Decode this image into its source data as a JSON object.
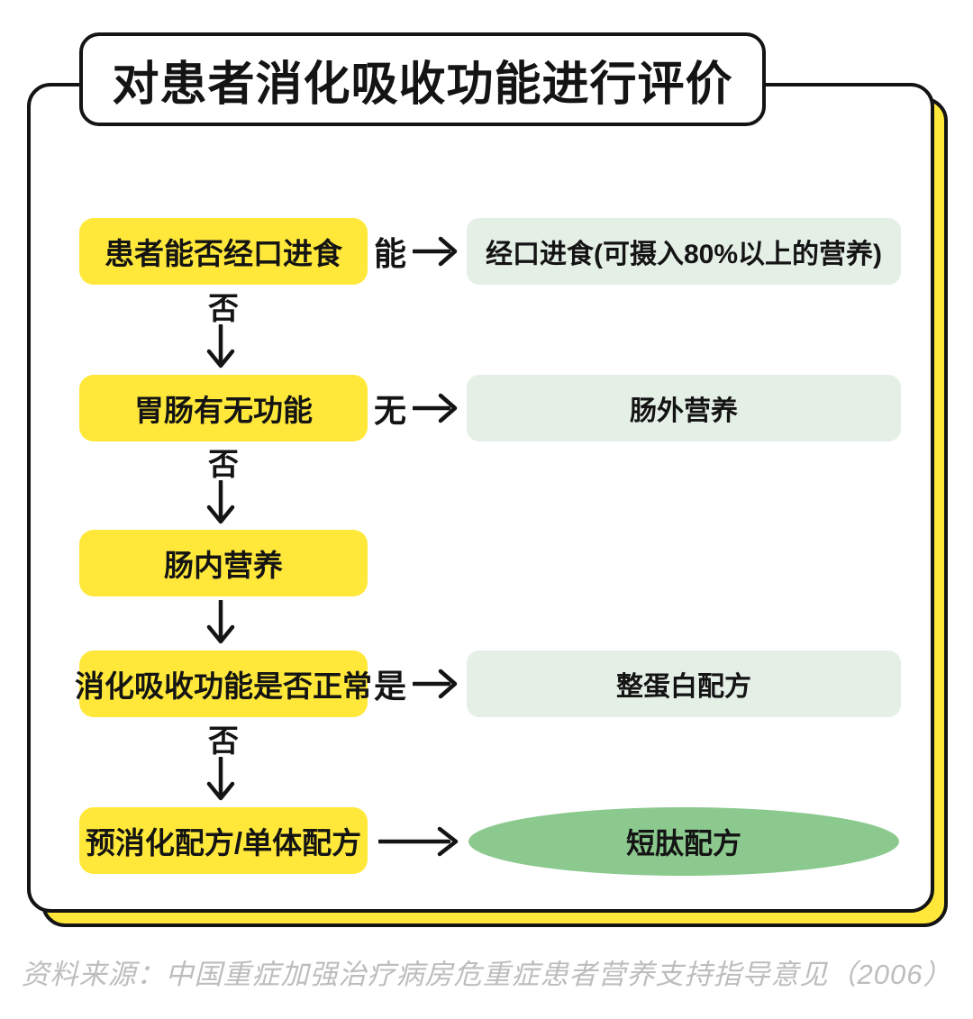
{
  "title": "对患者消化吸收功能进行评价",
  "flow": {
    "steps": [
      {
        "question": "患者能否经口进食",
        "branch_label": "能",
        "outcome": "经口进食(可摄入80%以上的营养)",
        "no_label": "否"
      },
      {
        "question": "胃肠有无功能",
        "branch_label": "无",
        "outcome": "肠外营养",
        "no_label": "否"
      },
      {
        "question": "肠内营养"
      },
      {
        "question": "消化吸收功能是否正常",
        "branch_label": "是",
        "outcome": "整蛋白配方",
        "no_label": "否"
      },
      {
        "question": "预消化配方/单体配方",
        "outcome": "短肽配方"
      }
    ]
  },
  "footer": {
    "source": "资料来源：中国重症加强治疗病房危重症患者营养支持指导意见（2006）"
  },
  "colors": {
    "question_fill": "#ffe83a",
    "outcome_fill": "#e4efe5",
    "final_fill": "#8cc98f",
    "border": "#141414",
    "caption_text": "#bdbdbd",
    "shadow_fill": "#ffe83a"
  }
}
